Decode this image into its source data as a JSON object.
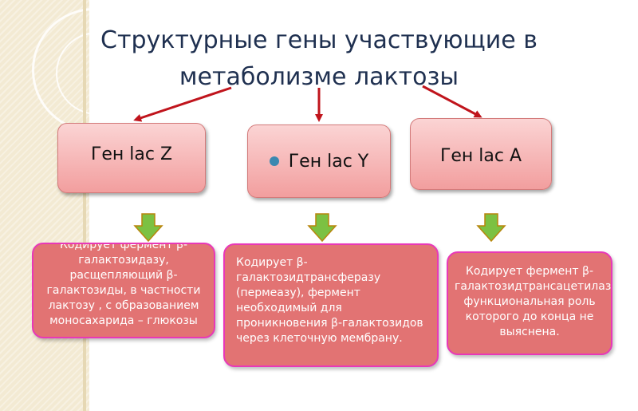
{
  "title_line1": "Структурные гены участвующие в",
  "title_line2": "метаболизме лактозы",
  "genes": [
    {
      "label": "Ген lac Z",
      "description": "Кодирует фермент β-галактозидазу, расщепляющий  β-галактозиды, в частности лактозу , с образованием моносахарида – глюкозы"
    },
    {
      "label": "Ген lac Y",
      "description": "Кодирует β-галактозидтрансферазу (пермеазу), фермент необходимый  для проникновения β-галактозидов через клеточную мембрану."
    },
    {
      "label": "Ген lac A",
      "description": "Кодирует фермент β-галактозидтрансацетилазу, функциональная роль которого до конца не выяснена."
    }
  ],
  "colors": {
    "title": "#1f3050",
    "gene_box": "#f5b8b8",
    "desc_box": "#e27373",
    "desc_border": "#e838b8",
    "red_arrow": "#c0141c",
    "green_arrow": "#7cc142"
  }
}
